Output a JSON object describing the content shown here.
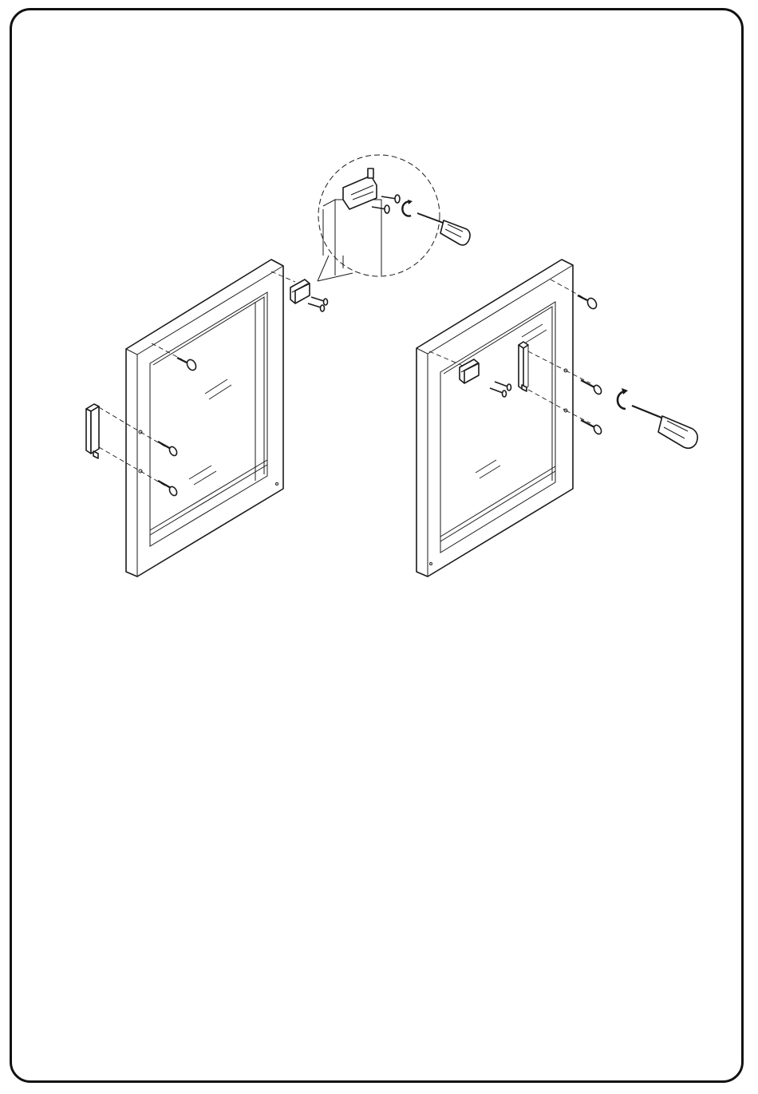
{
  "page": {
    "frame_color": "#111111",
    "background": "#ffffff"
  },
  "figures": [
    {
      "name": "left-door-handle-installation"
    },
    {
      "name": "right-door-handle-installation"
    },
    {
      "name": "magnetic-catch-detail-callout"
    }
  ],
  "icons": [
    "screwdriver-icon",
    "rotate-clockwise-icon",
    "screw-icon",
    "handle-icon",
    "magnet-catch-icon"
  ]
}
